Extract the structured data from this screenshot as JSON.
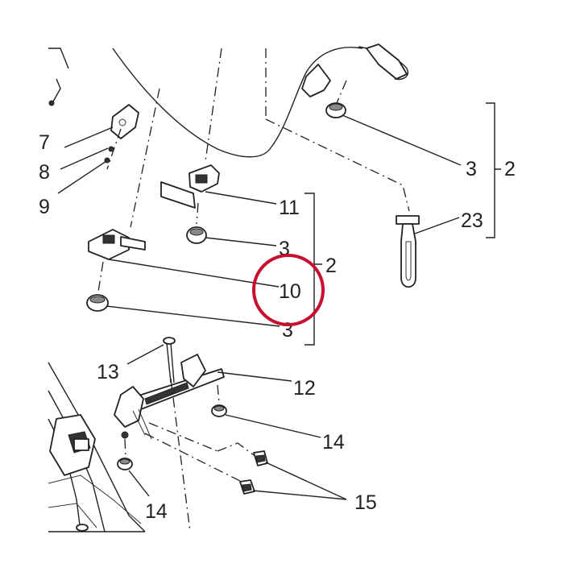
{
  "callouts": {
    "c2_top": "2",
    "c3_top": "3",
    "c23": "23",
    "c11": "11",
    "c3_mid": "3",
    "c2_mid": "2",
    "c10": "10",
    "c3_bottom": "3",
    "c13": "13",
    "c12": "12",
    "c14_right": "14",
    "c14_left": "14",
    "c15": "15",
    "cut_7": "7",
    "cut_8": "8",
    "cut_9": "9"
  },
  "highlight": {
    "target": "10",
    "color": "#c8102e"
  }
}
